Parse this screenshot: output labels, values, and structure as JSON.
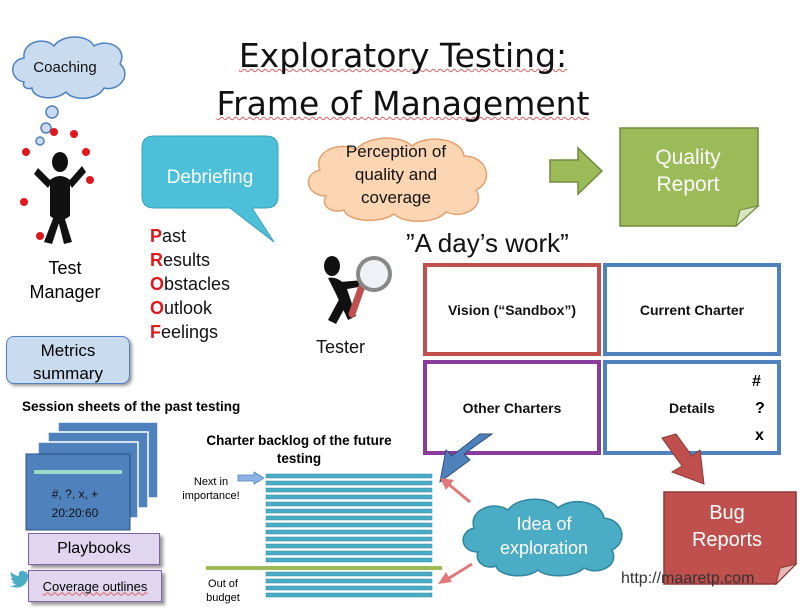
{
  "title": {
    "line1": "Exploratory Testing:",
    "line2": "Frame of Management"
  },
  "coaching": {
    "label": "Coaching"
  },
  "test_manager": {
    "label_line1": "Test",
    "label_line2": "Manager"
  },
  "debriefing": {
    "label": "Debriefing"
  },
  "perception": {
    "line1": "Perception of",
    "line2": "quality and",
    "line3": "coverage"
  },
  "quality_report": {
    "line1": "Quality",
    "line2": "Report"
  },
  "days_work": {
    "label": "”A day’s work”"
  },
  "proof": {
    "items": [
      {
        "initial": "P",
        "rest": "ast"
      },
      {
        "initial": "R",
        "rest": "esults"
      },
      {
        "initial": "O",
        "rest": "bstacles"
      },
      {
        "initial": "O",
        "rest": "utlook"
      },
      {
        "initial": "F",
        "rest": "eelings"
      }
    ]
  },
  "tester": {
    "label": "Tester"
  },
  "grid": {
    "vision": "Vision (“Sandbox”)",
    "current_charter": "Current Charter",
    "other_charters": "Other Charters",
    "details": "Details",
    "detail_symbols": [
      "#",
      "?",
      "x"
    ]
  },
  "metrics": {
    "line1": "Metrics",
    "line2": "summary"
  },
  "session_sheets": {
    "label": "Session sheets of the past testing",
    "sheet_line1": "#, ?, x, +",
    "sheet_line2": "20:20:60"
  },
  "charter_backlog": {
    "line1": "Charter backlog of the future",
    "line2": "testing"
  },
  "next_importance": {
    "line1": "Next in",
    "line2": "importance!"
  },
  "out_of_budget": {
    "line1": "Out of",
    "line2": "budget"
  },
  "idea": {
    "line1": "Idea of",
    "line2": "exploration"
  },
  "bug_reports": {
    "line1": "Bug",
    "line2": "Reports"
  },
  "playbooks": {
    "label": "Playbooks"
  },
  "coverage_outlines": {
    "label": "Coverage outlines"
  },
  "url": {
    "label": "http://maaretp.com"
  },
  "colors": {
    "cloud_blue": "#c9dcef",
    "cloud_peach": "#fcd6b2",
    "debrief_teal": "#4cc0d8",
    "quality_green": "#9bbb59",
    "bug_red": "#c0504d",
    "idea_cyan": "#4bacc6",
    "vision_border": "#c0504d",
    "charter_border": "#4f81bd",
    "other_border": "#8a3b9c",
    "lavender": "#e0d6f0",
    "sheet_blue": "#4f81bd",
    "backlog_line": "#4bacc6",
    "budget_line": "#9bbb59"
  }
}
